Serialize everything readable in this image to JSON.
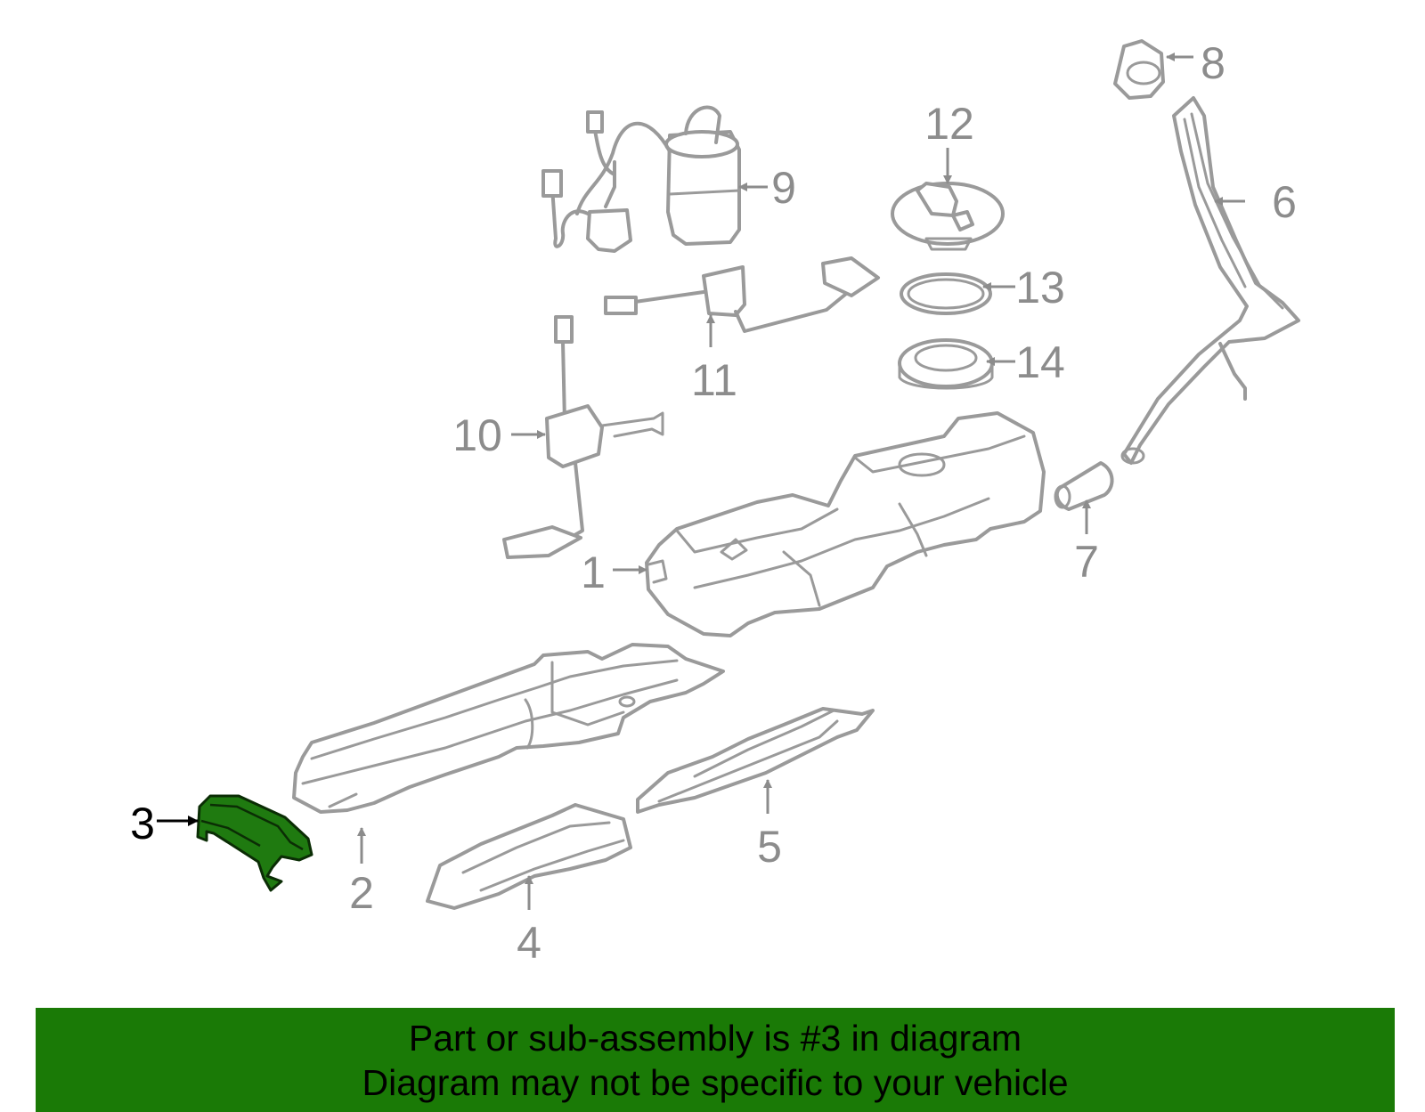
{
  "callouts": {
    "c1": "1",
    "c2": "2",
    "c3": "3",
    "c4": "4",
    "c5": "5",
    "c6": "6",
    "c7": "7",
    "c8": "8",
    "c9": "9",
    "c10": "10",
    "c11": "11",
    "c12": "12",
    "c13": "13",
    "c14": "14"
  },
  "highlighted_part": "3",
  "colors": {
    "highlight": "#1f7a10",
    "banner": "#1a7a06",
    "line_art": "#9a9a9a"
  },
  "banner": {
    "line1": "Part or sub-assembly is #3 in diagram",
    "line2": "Diagram may not be specific to your vehicle"
  }
}
